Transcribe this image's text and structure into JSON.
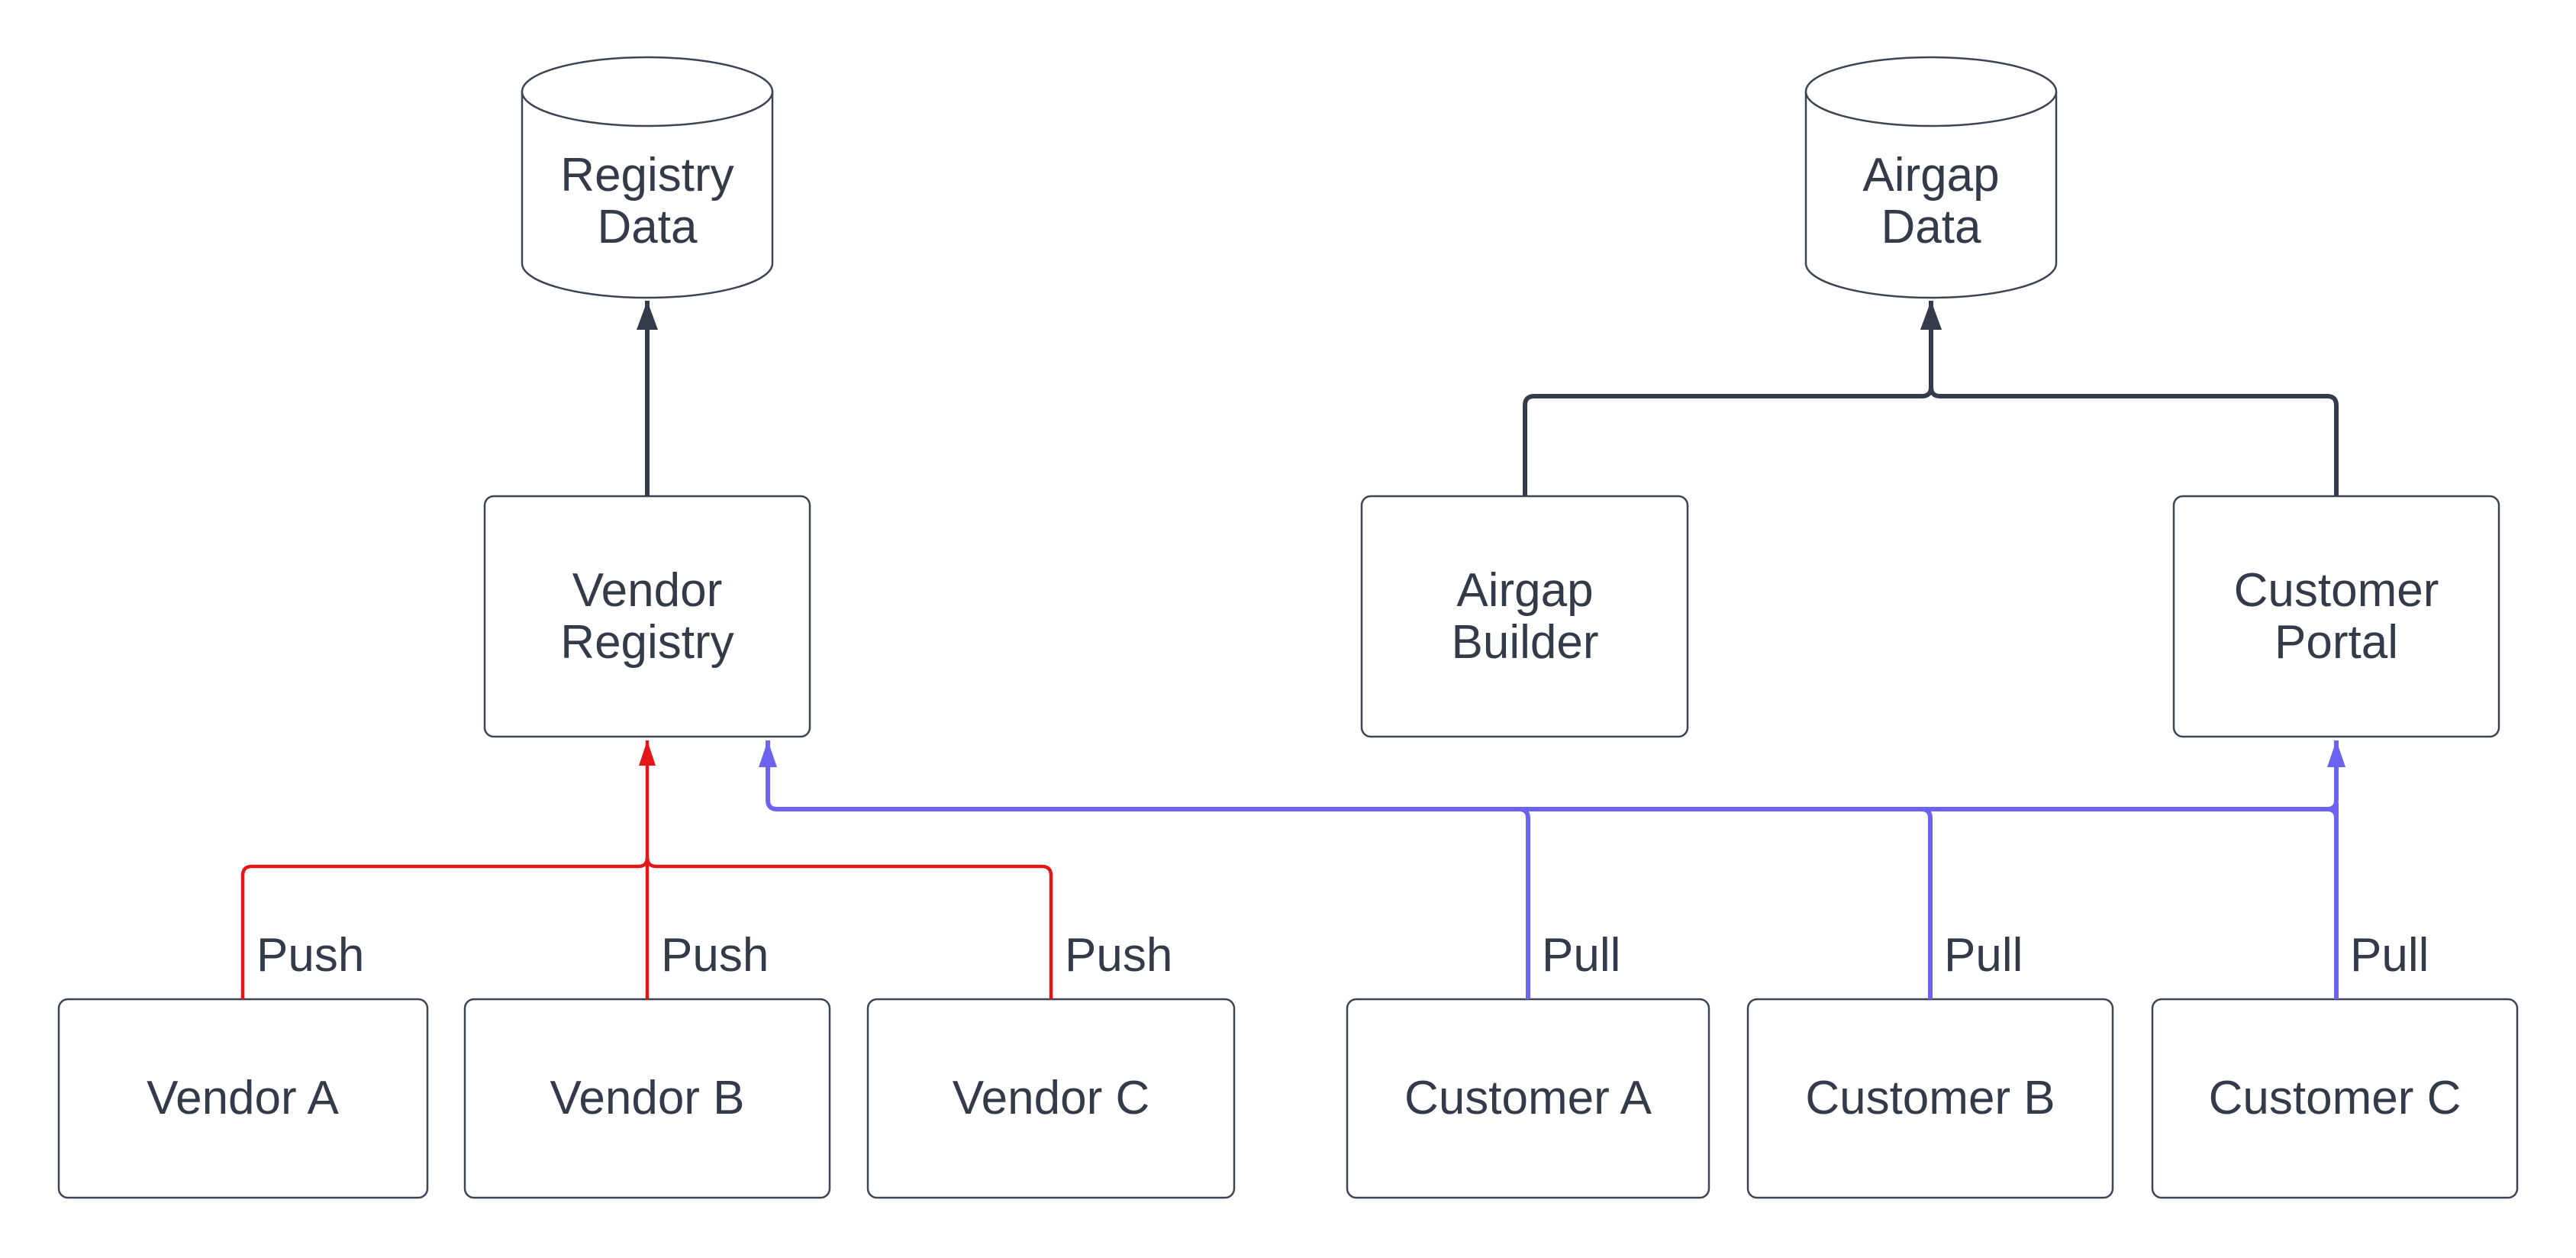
{
  "colors": {
    "background": "#ffffff",
    "node_fill": "#ffffff",
    "node_border": "#3d4455",
    "text": "#333a49",
    "edge_dark": "#343b4a",
    "edge_push": "#e31717",
    "edge_pull": "#6c63f0"
  },
  "nodes": [
    {
      "id": "registry-data",
      "shape": "cylinder",
      "lines": [
        "Registry",
        "Data"
      ]
    },
    {
      "id": "airgap-data",
      "shape": "cylinder",
      "lines": [
        "Airgap",
        "Data"
      ]
    },
    {
      "id": "vendor-registry",
      "shape": "rect",
      "lines": [
        "Vendor",
        "Registry"
      ]
    },
    {
      "id": "airgap-builder",
      "shape": "rect",
      "lines": [
        "Airgap",
        "Builder"
      ]
    },
    {
      "id": "customer-portal",
      "shape": "rect",
      "lines": [
        "Customer",
        "Portal"
      ]
    },
    {
      "id": "vendor-a",
      "shape": "rect",
      "lines": [
        "Vendor A"
      ]
    },
    {
      "id": "vendor-b",
      "shape": "rect",
      "lines": [
        "Vendor B"
      ]
    },
    {
      "id": "vendor-c",
      "shape": "rect",
      "lines": [
        "Vendor C"
      ]
    },
    {
      "id": "customer-a",
      "shape": "rect",
      "lines": [
        "Customer A"
      ]
    },
    {
      "id": "customer-b",
      "shape": "rect",
      "lines": [
        "Customer B"
      ]
    },
    {
      "id": "customer-c",
      "shape": "rect",
      "lines": [
        "Customer C"
      ]
    }
  ],
  "edges": [
    {
      "from": "Vendor Registry",
      "to": "Registry Data",
      "label": ""
    },
    {
      "from": "Airgap Builder",
      "to": "Airgap Data",
      "label": ""
    },
    {
      "from": "Customer Portal",
      "to": "Airgap Data",
      "label": ""
    },
    {
      "from": "Vendor A",
      "to": "Vendor Registry",
      "label": "Push"
    },
    {
      "from": "Vendor B",
      "to": "Vendor Registry",
      "label": "Push"
    },
    {
      "from": "Vendor C",
      "to": "Vendor Registry",
      "label": "Push"
    },
    {
      "from": "Customer A",
      "to": "Vendor Registry",
      "label": "Pull"
    },
    {
      "from": "Customer B",
      "to": "Vendor Registry",
      "label": "Pull"
    },
    {
      "from": "Customer C",
      "to": "Customer Portal",
      "label": "Pull"
    }
  ]
}
